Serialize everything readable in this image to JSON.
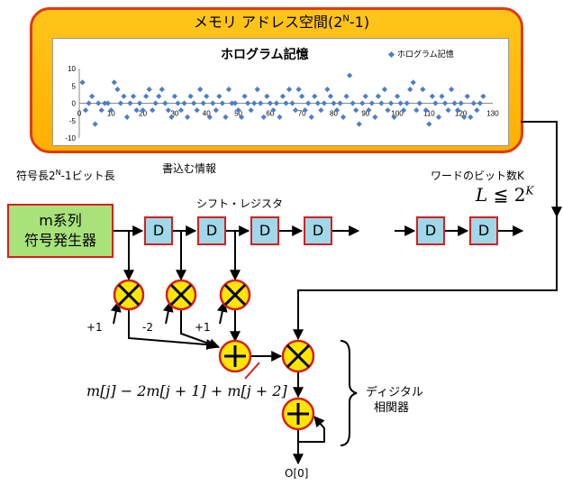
{
  "memory": {
    "title": "メモリ アドレス空間(2",
    "title_sup": "N",
    "title_end": "-1)",
    "chart_title": "ホログラム記憶",
    "legend_label": "ホログラム記憶"
  },
  "labels": {
    "write_info": "書込む情報",
    "code_length": "符号長2",
    "code_length_sup": "N",
    "code_length_end": "-1ビット長",
    "word_bits": "ワードのビット数K",
    "shift_register": "シフト・レジスタ",
    "generator_line1": "m系列",
    "generator_line2": "符号発生器",
    "d_label": "D",
    "coef_1": "+1",
    "coef_2": "-2",
    "coef_3": "+1",
    "digital_line1": "ディジタル",
    "digital_line2": "相関器",
    "output": "O[0]",
    "formula": "m[j] − 2m[j + 1] + m[j + 2]",
    "bound_lhs": "L",
    "bound_op": "≦",
    "bound_rhs": "2",
    "bound_exp": "K"
  },
  "colors": {
    "memory_fill": "#ffb000",
    "memory_border": "#e03a12",
    "generator_fill": "#a9e27a",
    "register_fill": "#9fd8e8",
    "operator_fill": "#ffe600",
    "border_red": "#d81e1e",
    "series": "#4c7ec4"
  },
  "chart_data": {
    "type": "scatter",
    "title": "ホログラム記憶",
    "legend": [
      "ホログラム記憶"
    ],
    "xlim": [
      0,
      130
    ],
    "ylim": [
      -10,
      10
    ],
    "x_ticks": [
      0,
      10,
      20,
      30,
      40,
      50,
      60,
      70,
      80,
      90,
      100,
      110,
      120,
      130
    ],
    "y_ticks": [
      10,
      5,
      0,
      -5,
      -10
    ],
    "x": [
      1,
      2,
      3,
      4,
      5,
      6,
      7,
      8,
      9,
      10,
      11,
      12,
      13,
      14,
      15,
      16,
      17,
      18,
      19,
      20,
      21,
      22,
      23,
      24,
      25,
      26,
      27,
      28,
      29,
      30,
      31,
      32,
      33,
      34,
      35,
      36,
      37,
      38,
      39,
      40,
      41,
      42,
      43,
      44,
      45,
      46,
      47,
      48,
      49,
      50,
      51,
      52,
      53,
      54,
      55,
      56,
      57,
      58,
      59,
      60,
      61,
      62,
      63,
      64,
      65,
      66,
      67,
      68,
      69,
      70,
      71,
      72,
      73,
      74,
      75,
      76,
      77,
      78,
      79,
      80,
      81,
      82,
      83,
      84,
      85,
      86,
      87,
      88,
      89,
      90,
      91,
      92,
      93,
      94,
      95,
      96,
      97,
      98,
      99,
      100,
      101,
      102,
      103,
      104,
      105,
      106,
      107,
      108,
      109,
      110,
      111,
      112,
      113,
      114,
      115,
      116,
      117,
      118,
      119,
      120,
      121,
      122,
      123,
      124,
      125,
      126,
      127
    ],
    "y": [
      6,
      -2,
      0,
      2,
      -6,
      0,
      -2,
      0,
      0,
      -2,
      6,
      4,
      0,
      2,
      -4,
      0,
      2,
      -2,
      0,
      -2,
      2,
      4,
      -2,
      0,
      2,
      4,
      0,
      -2,
      -4,
      2,
      0,
      -2,
      0,
      -4,
      2,
      0,
      -2,
      4,
      0,
      2,
      -4,
      0,
      -2,
      2,
      0,
      -4,
      4,
      0,
      0,
      -2,
      -4,
      2,
      0,
      -2,
      0,
      4,
      0,
      -4,
      2,
      0,
      -2,
      0,
      -4,
      2,
      0,
      4,
      0,
      -2,
      4,
      2,
      -2,
      0,
      -4,
      2,
      0,
      -2,
      0,
      4,
      2,
      0,
      -2,
      0,
      -4,
      2,
      8,
      0,
      -2,
      -6,
      0,
      2,
      -2,
      0,
      -4,
      2,
      0,
      4,
      -2,
      0,
      -4,
      2,
      0,
      -2,
      0,
      4,
      6,
      -2,
      0,
      4,
      -2,
      -6,
      2,
      0,
      -4,
      2,
      0,
      -2,
      4,
      0,
      -2,
      0,
      -4,
      2,
      -4,
      0,
      -2,
      0,
      2
    ]
  }
}
